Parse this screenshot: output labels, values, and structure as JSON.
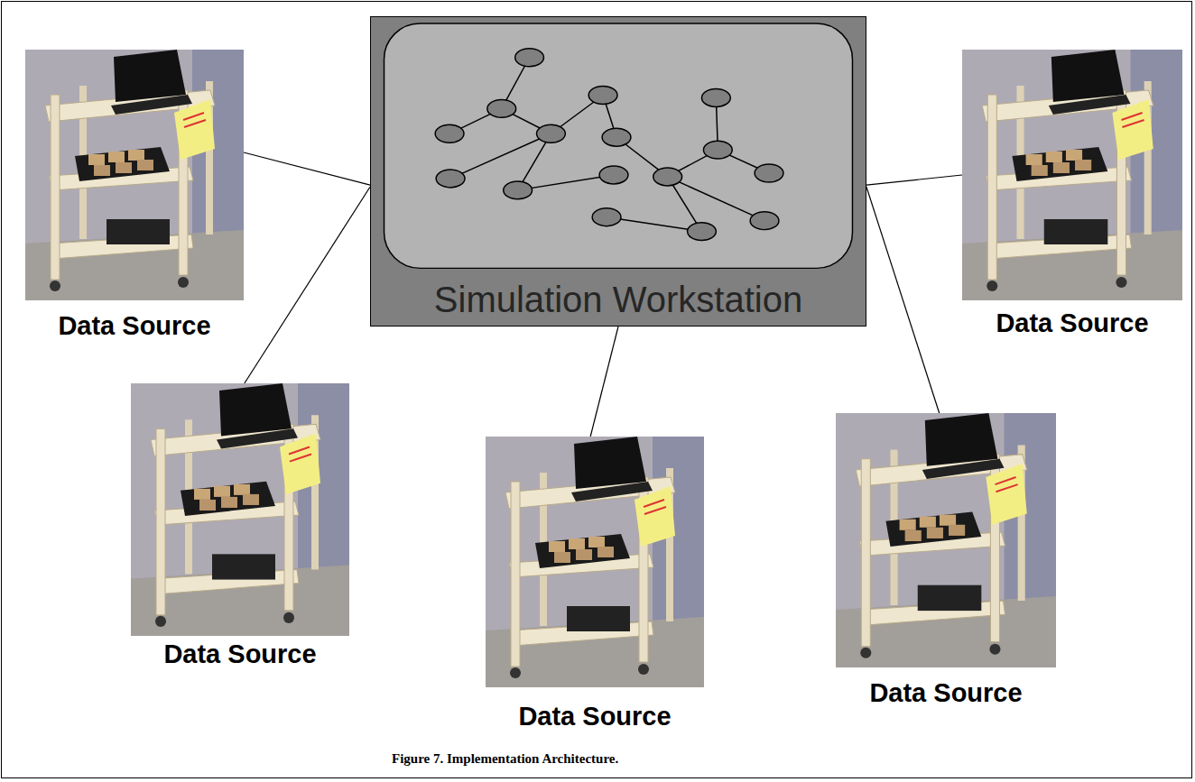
{
  "diagram": {
    "caption": "Figure 7. Implementation Architecture.",
    "nodes": [
      {
        "text": [
          "Simulation Workstation"
        ]
      },
      {
        "text": [
          "Data Source"
        ]
      },
      {
        "text": [
          "Data Source"
        ]
      },
      {
        "text": [
          "Data Source"
        ]
      },
      {
        "text": [
          "Data Source"
        ]
      },
      {
        "text": [
          "Data Source"
        ]
      }
    ],
    "edges": [
      {
        "from": 0,
        "to": 1,
        "arrow": "none"
      },
      {
        "from": 0,
        "to": 2,
        "arrow": "none"
      },
      {
        "from": 0,
        "to": 3,
        "arrow": "none"
      },
      {
        "from": 0,
        "to": 4,
        "arrow": "none"
      },
      {
        "from": 0,
        "to": 5,
        "arrow": "none"
      }
    ]
  }
}
